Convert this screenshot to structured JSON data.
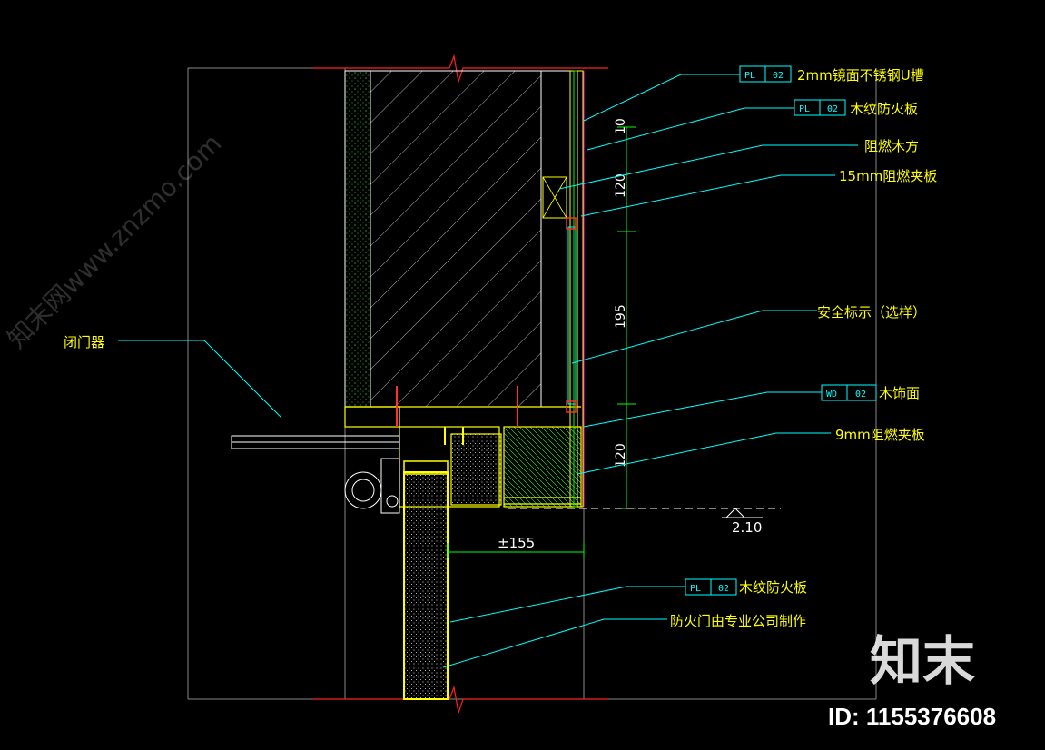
{
  "labels": {
    "u_channel": "2mm镜面不锈钢U槽",
    "wood_fire_board_top": "木纹防火板",
    "fire_wood_batten": "阻燃木方",
    "plywood_15": "15mm阻燃夹板",
    "safety_sign": "安全标示（选样）",
    "wood_finish": "木饰面",
    "plywood_9": "9mm阻燃夹板",
    "door_closer": "闭门器",
    "wood_fire_board_bottom": "木纹防火板",
    "fire_door_note": "防火门由专业公司制作"
  },
  "tags": {
    "pl": "PL",
    "wd": "WD",
    "code": "02"
  },
  "dimensions": {
    "d10": "10",
    "d120_top": "120",
    "d195": "195",
    "d120_bottom": "120",
    "d155": "±155",
    "level": "2.10"
  },
  "watermark": {
    "brand": "知末",
    "id": "ID: 1155376608",
    "site": "知末网www.znzmo.com"
  }
}
